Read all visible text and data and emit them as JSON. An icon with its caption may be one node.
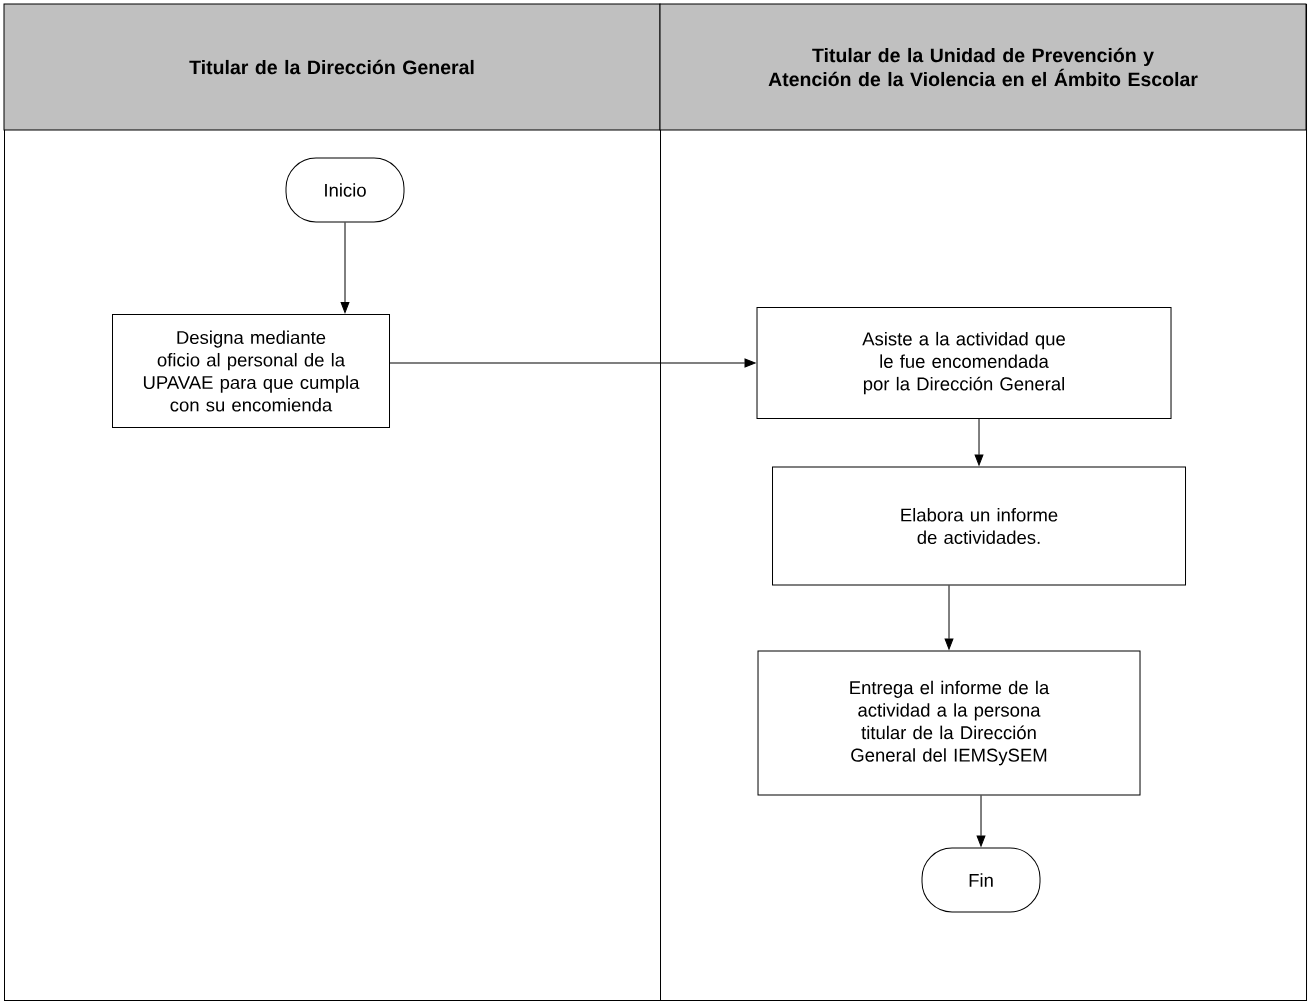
{
  "diagram": {
    "nodes": [
      {
        "text": [
          "Titular de la Dirección General"
        ]
      },
      {
        "text": [
          "Titular de la Unidad de Prevención y Atención de la Violencia en el Ámbito Escolar"
        ]
      },
      {
        "text": [
          "Inicio"
        ],
        "in": 0
      },
      {
        "text": [
          "Designa mediante oficio al personal de la UPAVAE para que cumpla con su encomienda"
        ],
        "in": 0
      },
      {
        "text": [
          "Asiste a la actividad que le fue encomendada por la Dirección General"
        ],
        "in": 1
      },
      {
        "text": [
          "Elabora un informe de actividades."
        ],
        "in": 1
      },
      {
        "text": [
          "Entrega el informe de la actividad a la persona titular de la Dirección General del IEMSySEM"
        ],
        "in": 1
      },
      {
        "text": [
          "Fin"
        ],
        "in": 1
      }
    ],
    "edges": [
      {
        "from": 2,
        "to": 3,
        "arrow": "to"
      },
      {
        "from": 3,
        "to": 4,
        "arrow": "to"
      },
      {
        "from": 4,
        "to": 5,
        "arrow": "to"
      },
      {
        "from": 5,
        "to": 6,
        "arrow": "to"
      },
      {
        "from": 6,
        "to": 7,
        "arrow": "to"
      }
    ]
  }
}
